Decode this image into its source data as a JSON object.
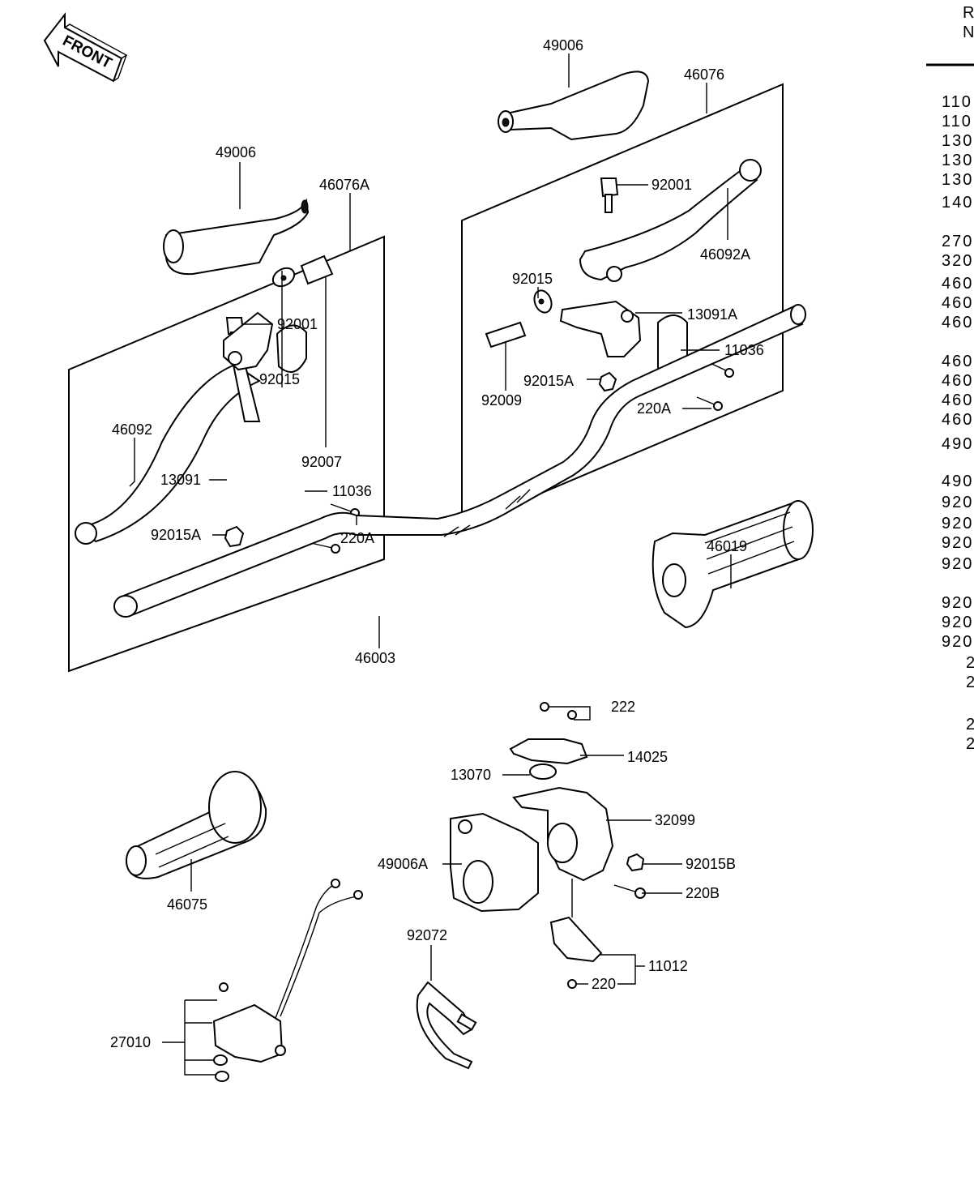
{
  "front_label": "FRONT",
  "callouts": {
    "c49006_left": "49006",
    "c46076A": "46076A",
    "c92001_left": "92001",
    "c92015_left": "92015",
    "c46092": "46092",
    "c92007": "92007",
    "c13091": "13091",
    "c11036_left": "11036",
    "c92015A_left": "92015A",
    "c220A_left": "220A",
    "c49006_right": "49006",
    "c46076": "46076",
    "c92001_right": "92001",
    "c46092A": "46092A",
    "c92015_right": "92015",
    "c13091A": "13091A",
    "c11036_right": "11036",
    "c92009": "92009",
    "c92015A_right": "92015A",
    "c220A_right": "220A",
    "c46019": "46019",
    "c46003": "46003",
    "c222": "222",
    "c14025": "14025",
    "c13070": "13070",
    "c32099": "32099",
    "c49006A": "49006A",
    "c92015B": "92015B",
    "c220B": "220B",
    "c46075": "46075",
    "c92072": "92072",
    "c11012": "11012",
    "c220": "220",
    "c27010": "27010"
  },
  "ref_header": [
    "R",
    "N"
  ],
  "ref_numbers": [
    "110",
    "110",
    "130",
    "130",
    "130",
    "140",
    "270",
    "320",
    "460",
    "460",
    "460",
    "460",
    "460",
    "460",
    "460",
    "490",
    "490",
    "920",
    "920",
    "920",
    "920",
    "920",
    "920",
    "920",
    "2",
    "2",
    "2",
    "2"
  ]
}
